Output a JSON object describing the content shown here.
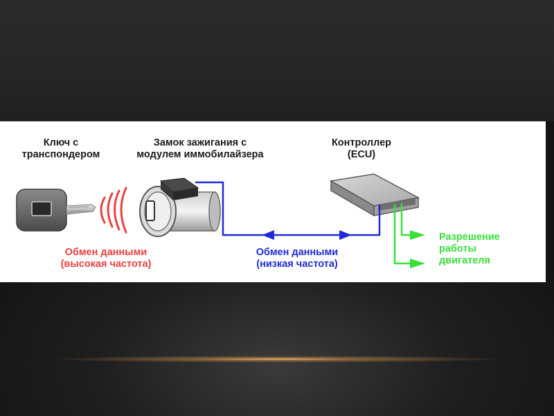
{
  "labels": {
    "key_line1": "Ключ с",
    "key_line2": "транспондером",
    "lock_line1": "Замок зажигания с",
    "lock_line2": "модулем иммобилайзера",
    "ecu_line1": "Контроллер",
    "ecu_line2": "(ECU)",
    "high_line1": "Обмен данными",
    "high_line2": "(высокая частота)",
    "low_line1": "Обмен данными",
    "low_line2": "(низкая частота)",
    "enable_line1": "Разрешение",
    "enable_line2": "работы",
    "enable_line3": "двигателя"
  },
  "colors": {
    "high_freq": "#e8423f",
    "low_freq": "#1e2bd6",
    "enable": "#38e038"
  }
}
